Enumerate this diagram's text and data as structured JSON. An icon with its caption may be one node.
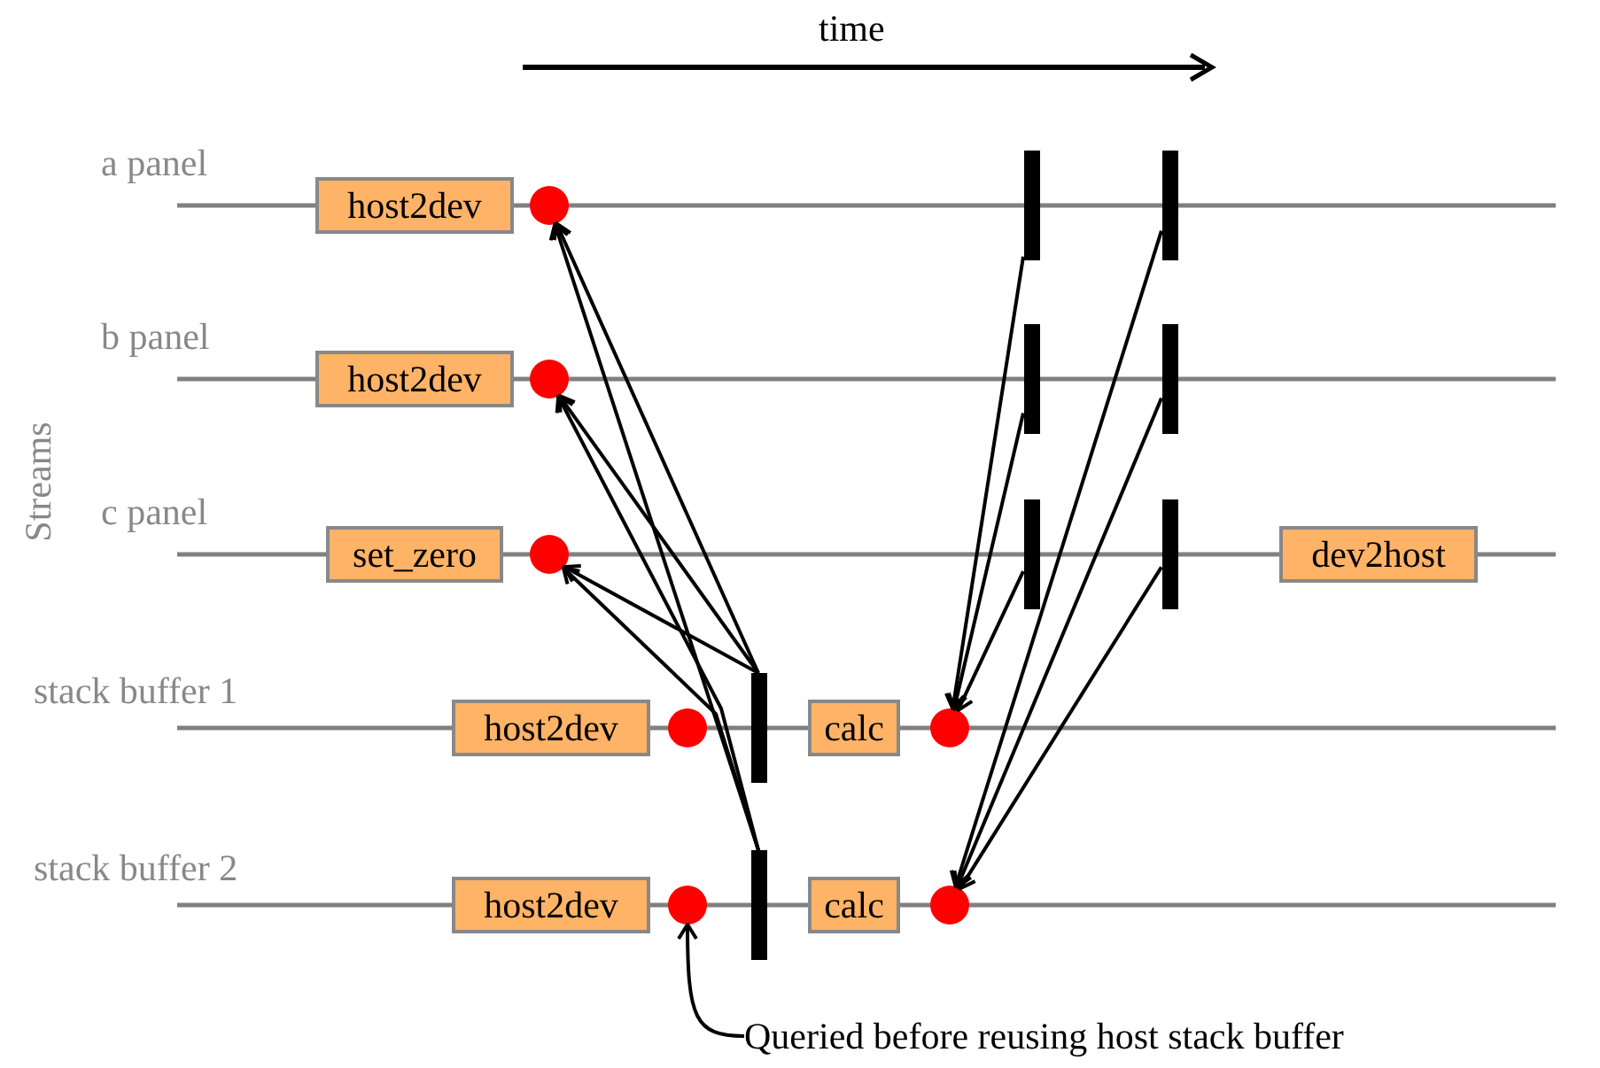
{
  "diagram": {
    "nodes": [
      {
        "text": [
          "host2dev"
        ]
      },
      {
        "text": [],
        "shape": "circle"
      },
      {
        "text": [
          "host2dev"
        ]
      },
      {
        "text": [],
        "shape": "circle"
      },
      {
        "text": [
          "set_zero"
        ]
      },
      {
        "text": [],
        "shape": "circle"
      },
      {
        "text": [
          "dev2host"
        ]
      },
      {
        "text": [
          "host2dev"
        ]
      },
      {
        "text": [],
        "shape": "circle"
      },
      {
        "text": [],
        "shape": "bar"
      },
      {
        "text": [
          "calc"
        ]
      },
      {
        "text": [],
        "shape": "circle"
      },
      {
        "text": [
          "host2dev"
        ]
      },
      {
        "text": [],
        "shape": "circle"
      },
      {
        "text": [],
        "shape": "bar"
      },
      {
        "text": [
          "calc"
        ]
      },
      {
        "text": [],
        "shape": "circle"
      },
      {
        "text": [],
        "shape": "bar"
      },
      {
        "text": [],
        "shape": "bar"
      },
      {
        "text": [],
        "shape": "bar"
      },
      {
        "text": [],
        "shape": "bar"
      },
      {
        "text": [],
        "shape": "bar"
      },
      {
        "text": [],
        "shape": "bar"
      },
      {
        "text": [
          "Queried before reusing host stack buffer"
        ]
      }
    ],
    "edges": [
      {
        "from": 9,
        "to": 1,
        "arrow": "to"
      },
      {
        "from": 9,
        "to": 3,
        "arrow": "to"
      },
      {
        "from": 9,
        "to": 5,
        "arrow": "to"
      },
      {
        "from": 14,
        "to": 1,
        "arrow": "to"
      },
      {
        "from": 14,
        "to": 3,
        "arrow": "to"
      },
      {
        "from": 14,
        "to": 5,
        "arrow": "to"
      },
      {
        "from": 17,
        "to": 11,
        "arrow": "to"
      },
      {
        "from": 19,
        "to": 11,
        "arrow": "to"
      },
      {
        "from": 21,
        "to": 11,
        "arrow": "to"
      },
      {
        "from": 18,
        "to": 16,
        "arrow": "to"
      },
      {
        "from": 20,
        "to": 16,
        "arrow": "to"
      },
      {
        "from": 22,
        "to": 16,
        "arrow": "to"
      },
      {
        "from": 23,
        "to": 13,
        "arrow": "to"
      }
    ],
    "labels": [
      "time",
      "a panel",
      "b panel",
      "Streams",
      "c panel",
      "stack buffer 1",
      "stack buffer 2"
    ]
  }
}
